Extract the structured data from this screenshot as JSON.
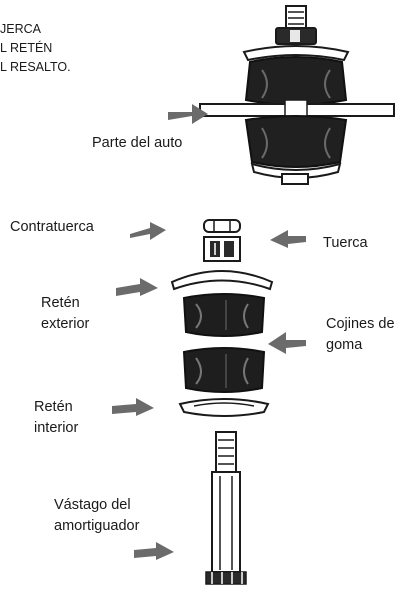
{
  "instructions": {
    "line1": "JERCA",
    "line2": "L RETÉN",
    "line3": "L RESALTO."
  },
  "labels": {
    "car_part": "Parte del auto",
    "lock_nut": "Contratuerca",
    "nut": "Tuerca",
    "outer_retainer_1": "Retén",
    "outer_retainer_2": "exterior",
    "rubber_cushions_1": "Cojines de",
    "rubber_cushions_2": "goma",
    "inner_retainer_1": "Retén",
    "inner_retainer_2": "interior",
    "shock_rod_1": "Vástago del",
    "shock_rod_2": "amortiguador"
  },
  "colors": {
    "ink": "#1a1a1a",
    "arrow": "#6b6b6b",
    "dark_fill": "#222222",
    "mid_fill": "#555555",
    "paper": "#ffffff"
  }
}
